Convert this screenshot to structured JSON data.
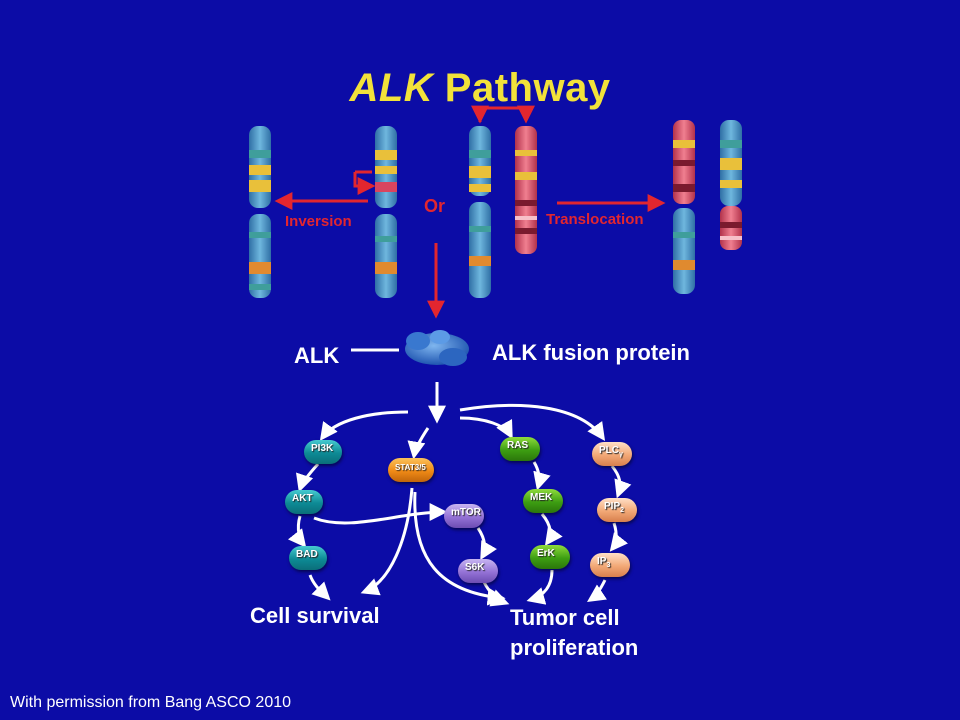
{
  "slide": {
    "title_italic": "ALK",
    "title_rest": " Pathway",
    "labels": {
      "or": "Or",
      "inversion": "Inversion",
      "translocation": "Translocation",
      "alk": "ALK",
      "fusion_protein": "ALK fusion protein",
      "cell_survival": "Cell survival",
      "tumor_line1": "Tumor cell",
      "tumor_line2": "proliferation"
    },
    "nodes": {
      "pi3k": "PI3K",
      "akt": "AKT",
      "bad": "BAD",
      "stat": "STAT3/5",
      "mtor": "mTOR",
      "s6k": "S6K",
      "ras": "RAS",
      "mek": "MEK",
      "erk": "ErK",
      "plc": "PLC",
      "plc_sub": "γ",
      "pip2": "PIP",
      "pip2_sub": "2",
      "ip3": "IP",
      "ip3_sub": "3"
    },
    "credit": "With permission from Bang ASCO 2010"
  },
  "colors": {
    "background": "#0c0ca6",
    "title": "#f2e23a",
    "accent_red": "#e3262f",
    "arrow_white": "#ffffff"
  }
}
